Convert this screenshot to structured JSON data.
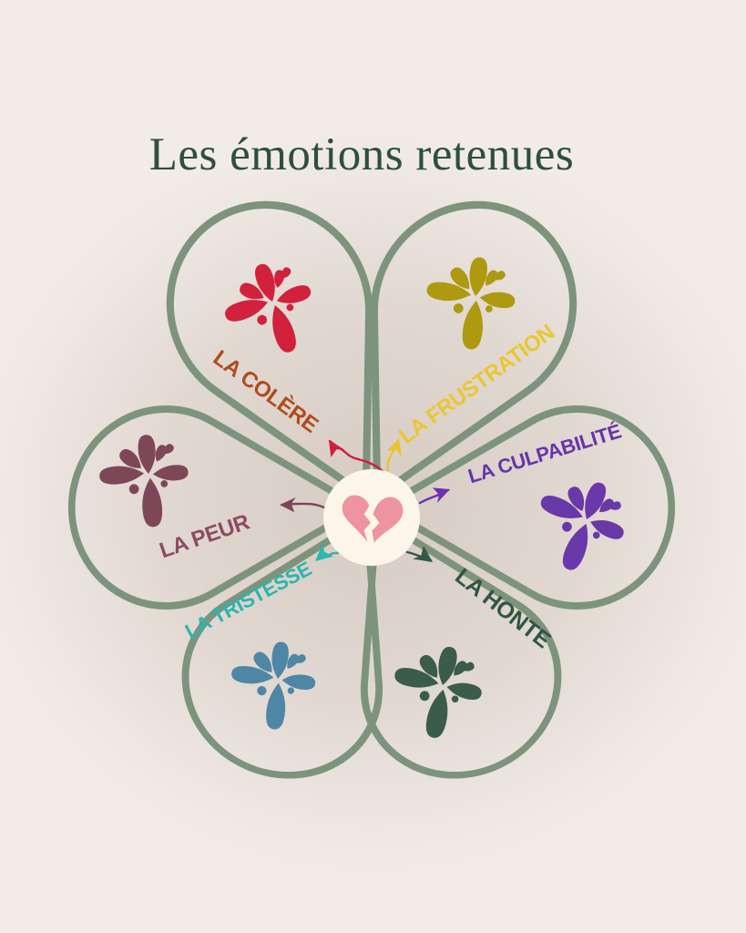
{
  "title": {
    "text": "Les émotions retenues",
    "color": "#2d4f3f"
  },
  "canvas": {
    "background_color": "#f2ece7",
    "shadow_tint": "#968070"
  },
  "flower": {
    "outline_color": "#7c937c",
    "petal_count": 6
  },
  "center": {
    "icon": "broken-heart-icon",
    "circle_color": "#fbf6e9",
    "heart_color": "#ee93a0"
  },
  "emotions": [
    {
      "id": "colere",
      "label": "LA COLÈRE",
      "icon": "splash-icon",
      "label_color": "#b04b1e",
      "splash_color": "#d1213c",
      "arrow_color": "#cf1f3c"
    },
    {
      "id": "frustration",
      "label": "LA FRUSTRATION",
      "icon": "splash-icon",
      "label_color": "#e9c731",
      "splash_color": "#ad9a10",
      "arrow_color": "#e5c52f"
    },
    {
      "id": "culpabilite",
      "label": "LA CULPABILITÉ",
      "icon": "splash-icon",
      "label_color": "#6634ab",
      "splash_color": "#6938a9",
      "arrow_color": "#6d2fb5"
    },
    {
      "id": "honte",
      "label": "LA HONTE",
      "icon": "splash-icon",
      "label_color": "#2f5644",
      "splash_color": "#3a5c49",
      "arrow_color": "#325847"
    },
    {
      "id": "tristesse",
      "label": "LA TRISTESSE",
      "icon": "splash-icon",
      "label_color": "#2bb5ad",
      "splash_color": "#4e86a6",
      "arrow_color": "#2db7ad"
    },
    {
      "id": "peur",
      "label": "LA PEUR",
      "icon": "splash-icon",
      "label_color": "#8d4b60",
      "splash_color": "#7e4757",
      "arrow_color": "#7e4458"
    }
  ]
}
